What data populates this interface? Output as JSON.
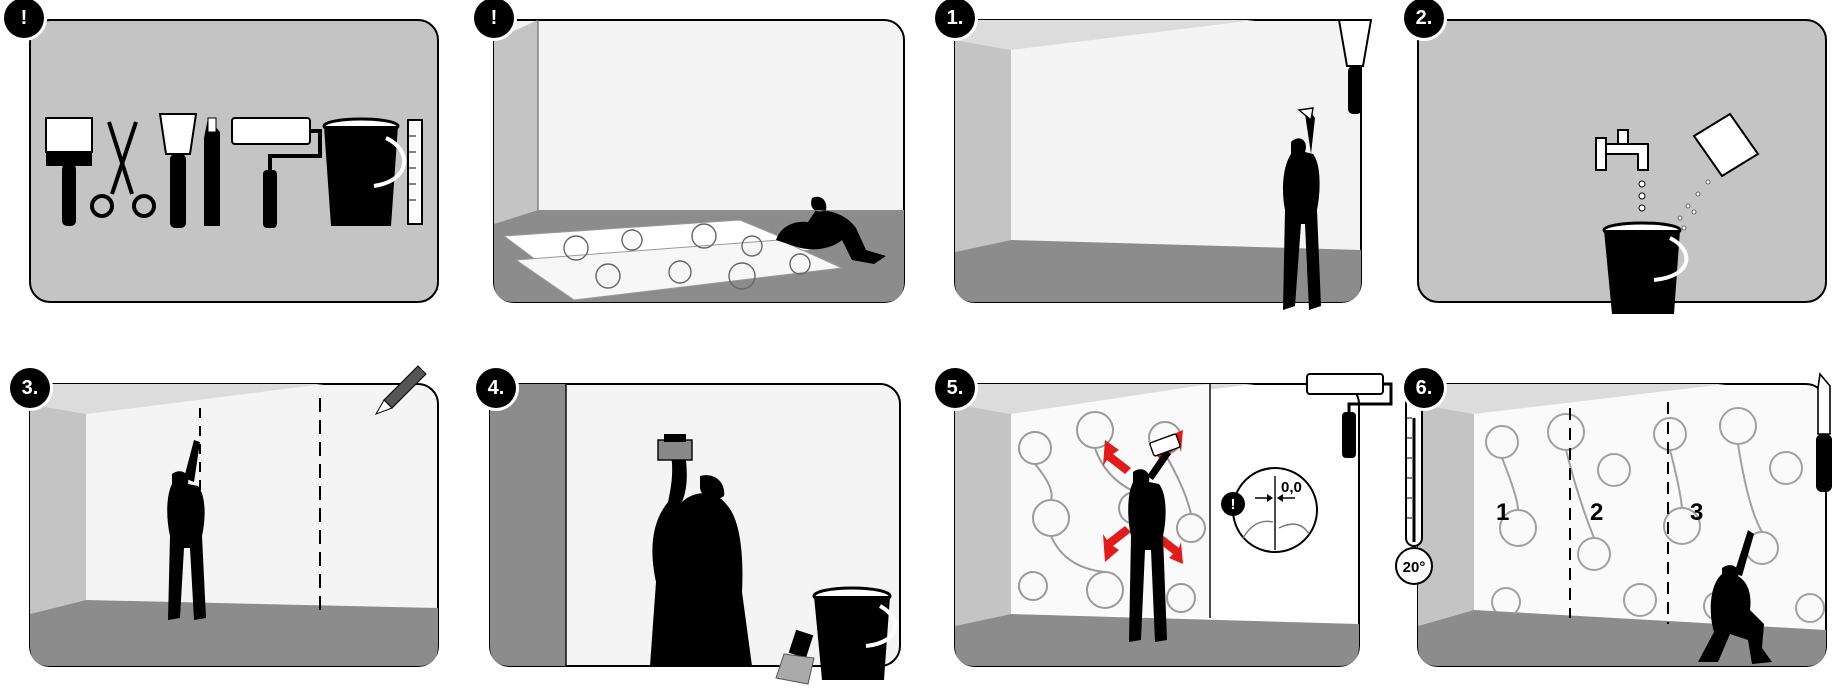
{
  "steps": [
    {
      "badge": "!",
      "desc": "tools"
    },
    {
      "badge": "!",
      "desc": "lay out rolls"
    },
    {
      "badge": "1.",
      "desc": "scrape wall"
    },
    {
      "badge": "2.",
      "desc": "mix paste"
    },
    {
      "badge": "3.",
      "desc": "mark lines"
    },
    {
      "badge": "4.",
      "desc": "apply paste"
    },
    {
      "badge": "5.",
      "desc": "hang strip"
    },
    {
      "badge": "6.",
      "desc": "trim"
    }
  ],
  "panel5": {
    "gap_label": "0,0",
    "warning_mark": "!"
  },
  "panel6": {
    "strip_numbers": [
      "1",
      "2",
      "3"
    ],
    "temperature": "20°"
  },
  "colors": {
    "wall": "#f4f4f4",
    "side": "#c4c4c4",
    "floor": "#8c8c8c",
    "ink": "#000000",
    "arrow": "#e21b1b"
  }
}
